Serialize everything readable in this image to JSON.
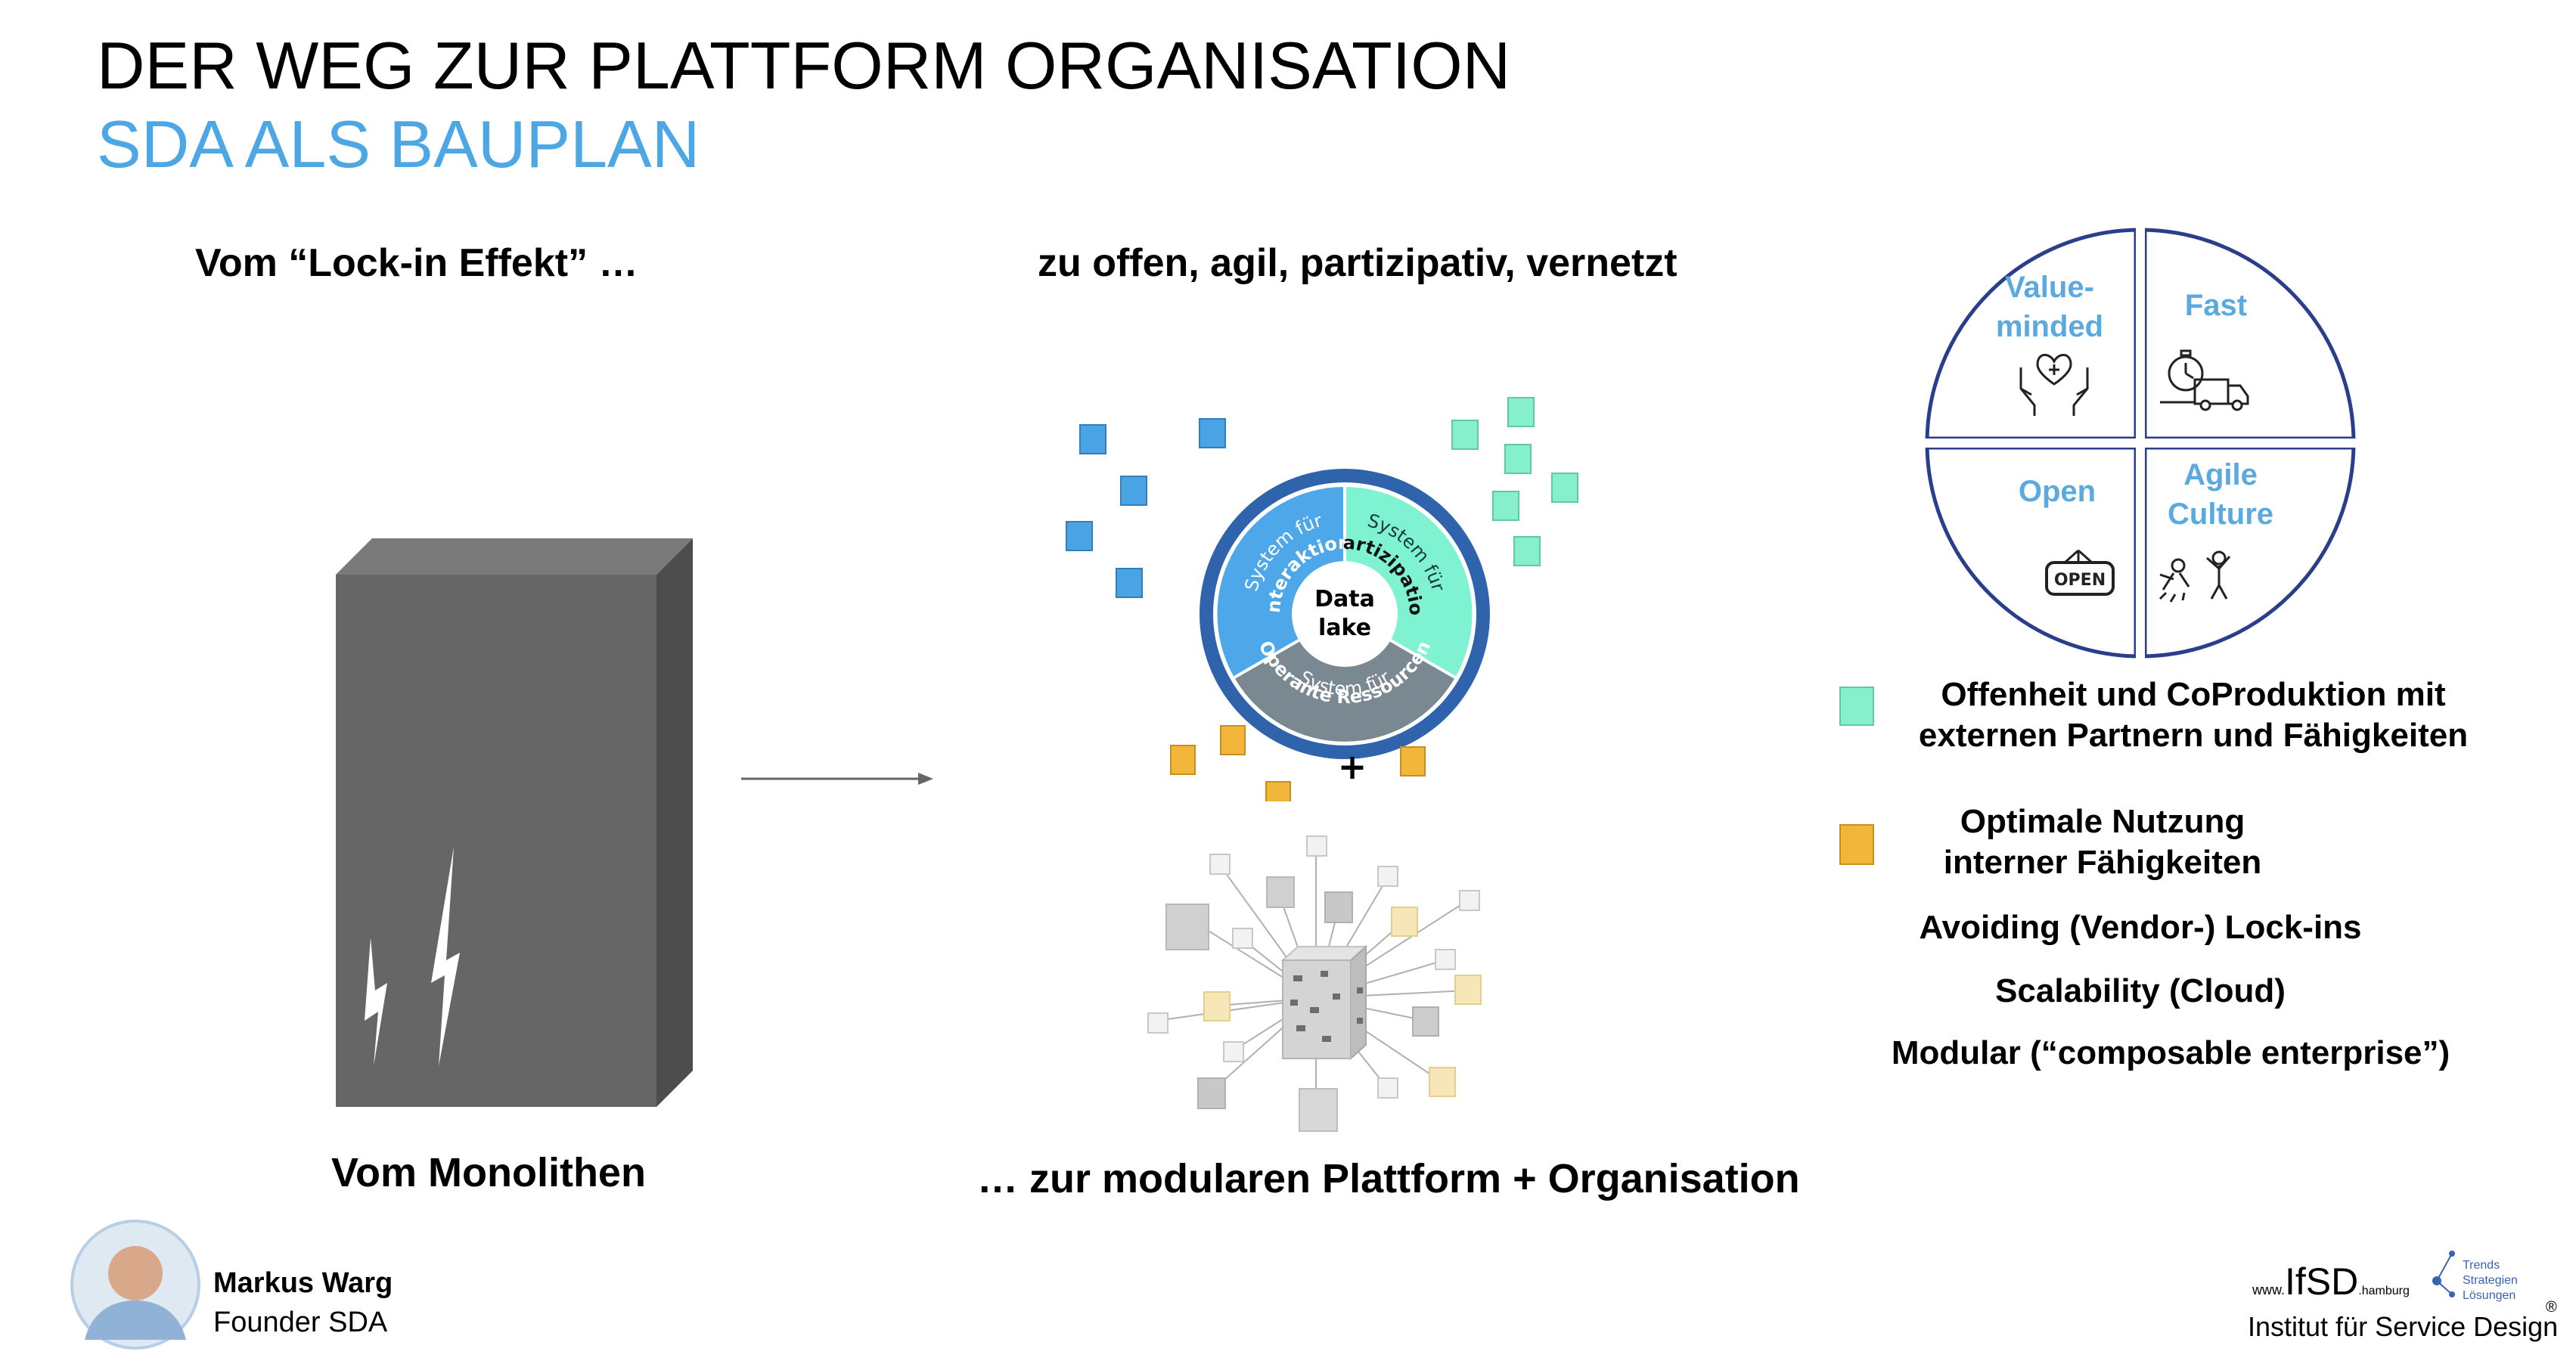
{
  "title": "DER WEG ZUR PLATTFORM ORGANISATION",
  "subtitle": "SDA  ALS BAUPLAN",
  "left_header": "Vom “Lock-in Effekt” …",
  "center_header": "zu offen, agil, partizipativ, vernetzt",
  "left_caption": "Vom Monolithen",
  "center_caption": "… zur modularen Plattform + Organisation",
  "ring": {
    "center_line1": "Data",
    "center_line2": "lake",
    "seg_interaktion_1": "System für",
    "seg_interaktion_2": "Interaktion",
    "seg_partizipation_1": "System für",
    "seg_partizipation_2": "Partizipation",
    "seg_ressourcen_1": "System für",
    "seg_ressourcen_2": "Operante Ressourcen",
    "plus": "+"
  },
  "circle": {
    "q1_line1": "Value-",
    "q1_line2": "minded",
    "q2": "Fast",
    "q3": "Open",
    "q3_sign": "OPEN",
    "q4_line1": "Agile",
    "q4_line2": "Culture"
  },
  "legend": {
    "mint_line1": "Offenheit und CoProduktion mit",
    "mint_line2": "externen Partnern und Fähigkeiten",
    "orange_line1": "Optimale Nutzung",
    "orange_line2": "interner Fähigkeiten"
  },
  "bullets": [
    "Avoiding (Vendor-) Lock-ins",
    "Scalability (Cloud)",
    "Modular (“composable enterprise”)"
  ],
  "presenter": {
    "name": "Markus Warg",
    "role": "Founder SDA"
  },
  "logo": {
    "www": "www.",
    "brand": "IfSD",
    "domain": ".hamburg",
    "tag1": "Trends",
    "tag2": "Strategien",
    "tag3": "Lösungen",
    "registered": "®",
    "institute": "Institut für Service Design"
  },
  "colors": {
    "accent_blue": "#4da7e4",
    "ring_outer": "#2f64ad",
    "interaktion": "#4ea7e8",
    "partizipation": "#7ff2d2",
    "ressourcen": "#7a8891",
    "mint_cube": "#86f0cc",
    "orange_cube": "#f2b73a",
    "blue_cube": "#4aa4e4",
    "monolith": "#666666",
    "circle_stroke": "#2a3e8c",
    "quadrant_label": "#5aaae0"
  }
}
